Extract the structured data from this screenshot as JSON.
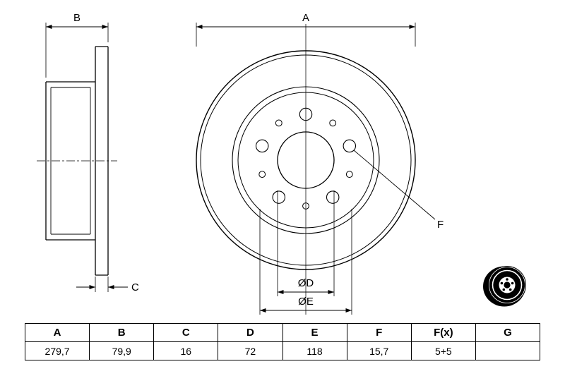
{
  "colors": {
    "line": "#000000",
    "background": "#ffffff",
    "thumbnail_fill": "#000000"
  },
  "drawing": {
    "labels": {
      "a": "A",
      "b": "B",
      "c": "C",
      "d": "ØD",
      "e": "ØE",
      "f": "F"
    }
  },
  "table": {
    "headers": [
      "A",
      "B",
      "C",
      "D",
      "E",
      "F",
      "F(x)",
      "G"
    ],
    "values": [
      "279,7",
      "79,9",
      "16",
      "72",
      "118",
      "15,7",
      "5+5",
      ""
    ]
  }
}
